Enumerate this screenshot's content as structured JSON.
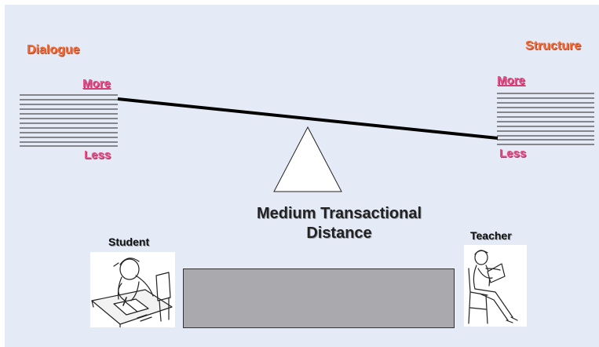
{
  "dialogue": {
    "title": "Dialogue",
    "more": "More",
    "less": "Less"
  },
  "structure": {
    "title": "Structure",
    "more": "More",
    "less": "Less"
  },
  "center": {
    "title_line1": "Medium Transactional",
    "title_line2": "Distance"
  },
  "people": {
    "student": "Student",
    "teacher": "Teacher"
  },
  "colors": {
    "background": "#e5ebf6",
    "axis_title": "#f26b3a",
    "more_less": "#e8508a",
    "center_box": "#aaa9ad"
  },
  "icons": {
    "student": "student-writing-illustration",
    "teacher": "teacher-reading-illustration"
  }
}
